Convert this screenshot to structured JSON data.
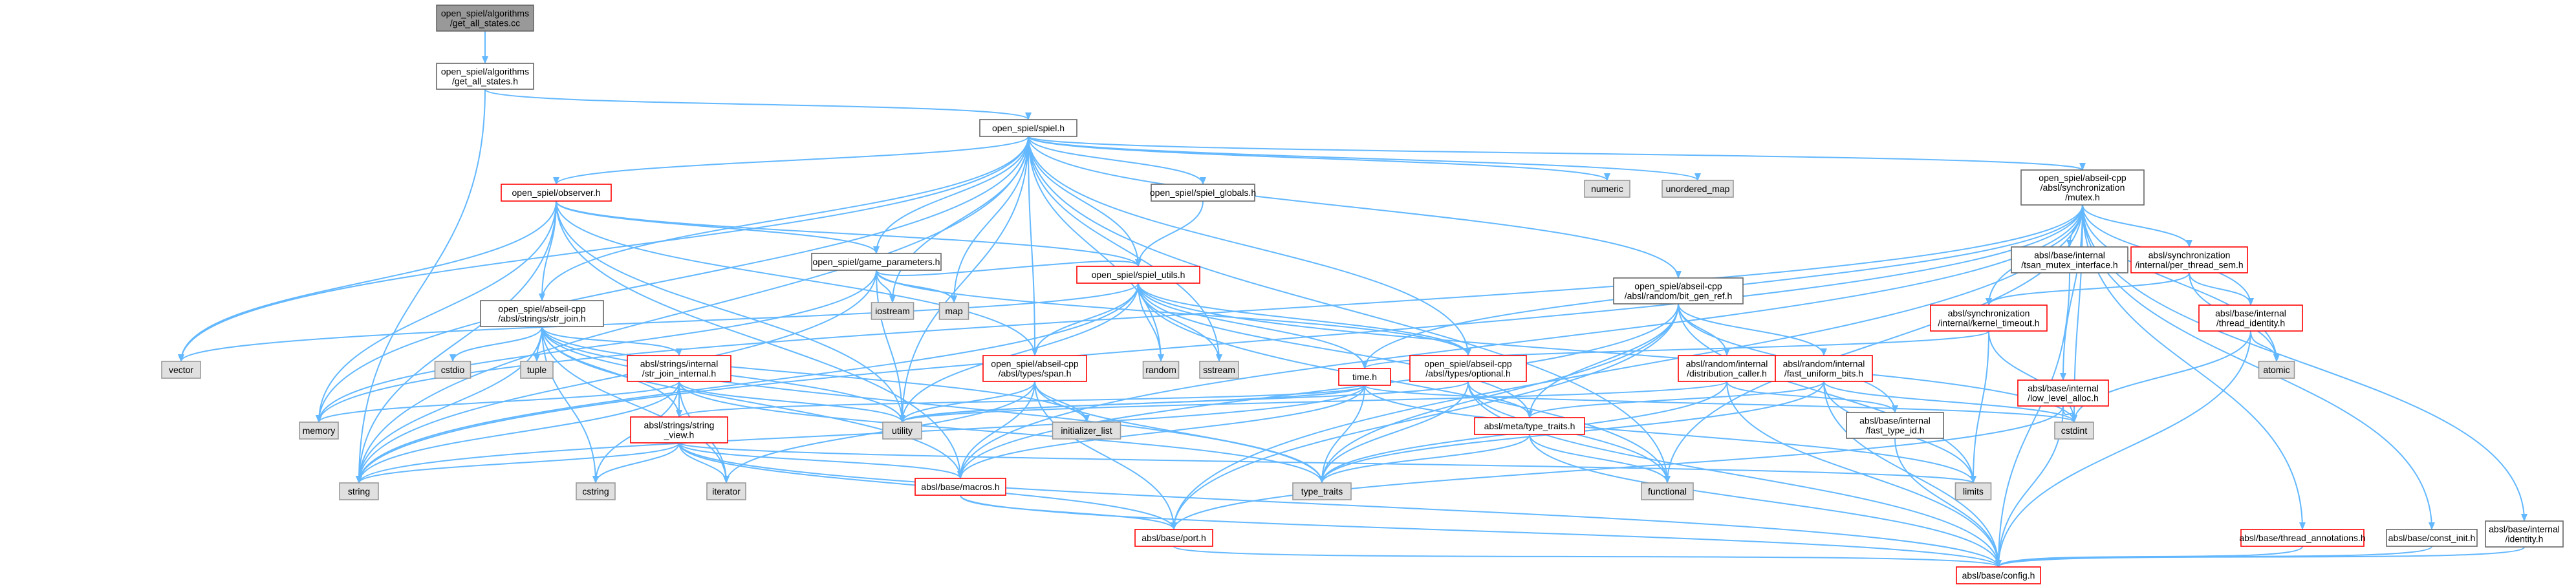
{
  "colors": {
    "edge": "#63b8ff",
    "root_fill": "#999999",
    "root_stroke": "#666666",
    "file_fill": "#ffffff",
    "file_stroke": "#666666",
    "truncated_stroke": "#ff0000",
    "system_fill": "#e0e0e0",
    "system_stroke": "#999999",
    "text": "#000000"
  },
  "nodes": [
    {
      "id": "root",
      "kind": "root",
      "lines": [
        "open_spiel/algorithms",
        "/get_all_states.cc"
      ]
    },
    {
      "id": "gas_h",
      "kind": "file",
      "lines": [
        "open_spiel/algorithms",
        "/get_all_states.h"
      ]
    },
    {
      "id": "spiel_h",
      "kind": "file",
      "lines": [
        "open_spiel/spiel.h"
      ]
    },
    {
      "id": "observer",
      "kind": "truncated",
      "lines": [
        "open_spiel/observer.h"
      ]
    },
    {
      "id": "spiel_globals",
      "kind": "file",
      "lines": [
        "open_spiel/spiel_globals.h"
      ]
    },
    {
      "id": "mutex",
      "kind": "file",
      "lines": [
        "open_spiel/abseil-cpp",
        "/absl/synchronization",
        "/mutex.h"
      ]
    },
    {
      "id": "game_params",
      "kind": "file",
      "lines": [
        "open_spiel/game_parameters.h"
      ]
    },
    {
      "id": "spiel_utils",
      "kind": "truncated",
      "lines": [
        "open_spiel/spiel_utils.h"
      ]
    },
    {
      "id": "str_join",
      "kind": "file",
      "lines": [
        "open_spiel/abseil-cpp",
        "/absl/strings/str_join.h"
      ]
    },
    {
      "id": "bit_gen_ref",
      "kind": "file",
      "lines": [
        "open_spiel/abseil-cpp",
        "/absl/random/bit_gen_ref.h"
      ]
    },
    {
      "id": "tsan_mutex",
      "kind": "file",
      "lines": [
        "absl/base/internal",
        "/tsan_mutex_interface.h"
      ]
    },
    {
      "id": "per_thread_sem",
      "kind": "truncated",
      "lines": [
        "absl/synchronization",
        "/internal/per_thread_sem.h"
      ]
    },
    {
      "id": "kernel_timeout",
      "kind": "truncated",
      "lines": [
        "absl/synchronization",
        "/internal/kernel_timeout.h"
      ]
    },
    {
      "id": "thread_identity",
      "kind": "truncated",
      "lines": [
        "absl/base/internal",
        "/thread_identity.h"
      ]
    },
    {
      "id": "low_level_alloc",
      "kind": "truncated",
      "lines": [
        "absl/base/internal",
        "/low_level_alloc.h"
      ]
    },
    {
      "id": "str_join_internal",
      "kind": "truncated",
      "lines": [
        "absl/strings/internal",
        "/str_join_internal.h"
      ]
    },
    {
      "id": "span",
      "kind": "truncated",
      "lines": [
        "open_spiel/abseil-cpp",
        "/absl/types/span.h"
      ]
    },
    {
      "id": "time_h",
      "kind": "truncated",
      "lines": [
        "time.h"
      ]
    },
    {
      "id": "optional",
      "kind": "truncated",
      "lines": [
        "open_spiel/abseil-cpp",
        "/absl/types/optional.h"
      ]
    },
    {
      "id": "dist_caller",
      "kind": "truncated",
      "lines": [
        "absl/random/internal",
        "/distribution_caller.h"
      ]
    },
    {
      "id": "fast_uniform",
      "kind": "truncated",
      "lines": [
        "absl/random/internal",
        "/fast_uniform_bits.h"
      ]
    },
    {
      "id": "string_view",
      "kind": "truncated",
      "lines": [
        "absl/strings/string",
        "_view.h"
      ]
    },
    {
      "id": "type_traits_meta",
      "kind": "truncated",
      "lines": [
        "absl/meta/type_traits.h"
      ]
    },
    {
      "id": "fast_type_id",
      "kind": "file",
      "lines": [
        "absl/base/internal",
        "/fast_type_id.h"
      ]
    },
    {
      "id": "macros",
      "kind": "truncated",
      "lines": [
        "absl/base/macros.h"
      ]
    },
    {
      "id": "port",
      "kind": "truncated",
      "lines": [
        "absl/base/port.h"
      ]
    },
    {
      "id": "thread_annotations",
      "kind": "truncated",
      "lines": [
        "absl/base/thread_annotations.h"
      ]
    },
    {
      "id": "const_init",
      "kind": "file",
      "lines": [
        "absl/base/const_init.h"
      ]
    },
    {
      "id": "identity",
      "kind": "file",
      "lines": [
        "absl/base/internal",
        "/identity.h"
      ]
    },
    {
      "id": "config",
      "kind": "truncated",
      "lines": [
        "absl/base/config.h"
      ]
    },
    {
      "id": "s_string",
      "kind": "system",
      "lines": [
        "string"
      ]
    },
    {
      "id": "s_numeric",
      "kind": "system",
      "lines": [
        "numeric"
      ]
    },
    {
      "id": "s_unordered_map",
      "kind": "system",
      "lines": [
        "unordered_map"
      ]
    },
    {
      "id": "s_vector",
      "kind": "system",
      "lines": [
        "vector"
      ]
    },
    {
      "id": "s_memory",
      "kind": "system",
      "lines": [
        "memory"
      ]
    },
    {
      "id": "s_iostream",
      "kind": "system",
      "lines": [
        "iostream"
      ]
    },
    {
      "id": "s_map",
      "kind": "system",
      "lines": [
        "map"
      ]
    },
    {
      "id": "s_cstdio",
      "kind": "system",
      "lines": [
        "cstdio"
      ]
    },
    {
      "id": "s_tuple",
      "kind": "system",
      "lines": [
        "tuple"
      ]
    },
    {
      "id": "s_random",
      "kind": "system",
      "lines": [
        "random"
      ]
    },
    {
      "id": "s_sstream",
      "kind": "system",
      "lines": [
        "sstream"
      ]
    },
    {
      "id": "s_atomic",
      "kind": "system",
      "lines": [
        "atomic"
      ]
    },
    {
      "id": "s_utility",
      "kind": "system",
      "lines": [
        "utility"
      ]
    },
    {
      "id": "s_initializer_list",
      "kind": "system",
      "lines": [
        "initializer_list"
      ]
    },
    {
      "id": "s_cstdint",
      "kind": "system",
      "lines": [
        "cstdint"
      ]
    },
    {
      "id": "s_cstring",
      "kind": "system",
      "lines": [
        "cstring"
      ]
    },
    {
      "id": "s_iterator",
      "kind": "system",
      "lines": [
        "iterator"
      ]
    },
    {
      "id": "s_type_traits",
      "kind": "system",
      "lines": [
        "type_traits"
      ]
    },
    {
      "id": "s_functional",
      "kind": "system",
      "lines": [
        "functional"
      ]
    },
    {
      "id": "s_limits",
      "kind": "system",
      "lines": [
        "limits"
      ]
    }
  ],
  "edges": [
    [
      "root",
      "gas_h"
    ],
    [
      "gas_h",
      "spiel_h"
    ],
    [
      "gas_h",
      "s_string"
    ],
    [
      "spiel_h",
      "observer"
    ],
    [
      "spiel_h",
      "spiel_globals"
    ],
    [
      "spiel_h",
      "mutex"
    ],
    [
      "spiel_h",
      "game_params"
    ],
    [
      "spiel_h",
      "spiel_utils"
    ],
    [
      "spiel_h",
      "str_join"
    ],
    [
      "spiel_h",
      "bit_gen_ref"
    ],
    [
      "spiel_h",
      "span"
    ],
    [
      "spiel_h",
      "optional"
    ],
    [
      "spiel_h",
      "s_numeric"
    ],
    [
      "spiel_h",
      "s_unordered_map"
    ],
    [
      "spiel_h",
      "s_vector"
    ],
    [
      "spiel_h",
      "s_memory"
    ],
    [
      "spiel_h",
      "s_iostream"
    ],
    [
      "spiel_h",
      "s_map"
    ],
    [
      "spiel_h",
      "s_random"
    ],
    [
      "spiel_h",
      "s_sstream"
    ],
    [
      "spiel_h",
      "s_string"
    ],
    [
      "spiel_h",
      "s_utility"
    ],
    [
      "spiel_h",
      "s_functional"
    ],
    [
      "observer",
      "game_params"
    ],
    [
      "observer",
      "spiel_utils"
    ],
    [
      "observer",
      "str_join"
    ],
    [
      "observer",
      "s_vector"
    ],
    [
      "observer",
      "s_memory"
    ],
    [
      "observer",
      "s_string"
    ],
    [
      "observer",
      "s_utility"
    ],
    [
      "observer",
      "span"
    ],
    [
      "observer",
      "macros"
    ],
    [
      "spiel_globals",
      "spiel_utils"
    ],
    [
      "game_params",
      "spiel_utils"
    ],
    [
      "game_params",
      "s_map"
    ],
    [
      "game_params",
      "s_string"
    ],
    [
      "game_params",
      "s_utility"
    ],
    [
      "game_params",
      "s_memory"
    ],
    [
      "game_params",
      "optional"
    ],
    [
      "game_params",
      "s_iostream"
    ],
    [
      "spiel_utils",
      "s_vector"
    ],
    [
      "spiel_utils",
      "s_random"
    ],
    [
      "spiel_utils",
      "s_sstream"
    ],
    [
      "spiel_utils",
      "time_h"
    ],
    [
      "spiel_utils",
      "span"
    ],
    [
      "spiel_utils",
      "optional"
    ],
    [
      "spiel_utils",
      "s_string"
    ],
    [
      "spiel_utils",
      "s_utility"
    ],
    [
      "spiel_utils",
      "s_cstdint"
    ],
    [
      "spiel_utils",
      "s_functional"
    ],
    [
      "spiel_utils",
      "type_traits_meta"
    ],
    [
      "str_join",
      "str_join_internal"
    ],
    [
      "str_join",
      "string_view"
    ],
    [
      "str_join",
      "s_cstdio"
    ],
    [
      "str_join",
      "s_tuple"
    ],
    [
      "str_join",
      "s_string"
    ],
    [
      "str_join",
      "s_iterator"
    ],
    [
      "str_join",
      "s_cstring"
    ],
    [
      "str_join",
      "s_utility"
    ],
    [
      "str_join",
      "s_initializer_list"
    ],
    [
      "str_join",
      "s_type_traits"
    ],
    [
      "str_join",
      "macros"
    ],
    [
      "str_join_internal",
      "string_view"
    ],
    [
      "str_join_internal",
      "s_memory"
    ],
    [
      "str_join_internal",
      "s_utility"
    ],
    [
      "str_join_internal",
      "s_string"
    ],
    [
      "str_join_internal",
      "s_iterator"
    ],
    [
      "str_join_internal",
      "s_cstring"
    ],
    [
      "str_join_internal",
      "s_type_traits"
    ],
    [
      "string_view",
      "s_string"
    ],
    [
      "string_view",
      "s_cstring"
    ],
    [
      "string_view",
      "s_iterator"
    ],
    [
      "string_view",
      "s_limits"
    ],
    [
      "string_view",
      "macros"
    ],
    [
      "string_view",
      "port"
    ],
    [
      "string_view",
      "config"
    ],
    [
      "span",
      "s_utility"
    ],
    [
      "span",
      "s_initializer_list"
    ],
    [
      "span",
      "s_iterator"
    ],
    [
      "span",
      "s_type_traits"
    ],
    [
      "span",
      "macros"
    ],
    [
      "span",
      "port"
    ],
    [
      "optional",
      "s_utility"
    ],
    [
      "optional",
      "s_type_traits"
    ],
    [
      "optional",
      "s_functional"
    ],
    [
      "optional",
      "type_traits_meta"
    ],
    [
      "optional",
      "config"
    ],
    [
      "time_h",
      "string_view"
    ],
    [
      "time_h",
      "s_string"
    ],
    [
      "time_h",
      "s_utility"
    ],
    [
      "time_h",
      "s_type_traits"
    ],
    [
      "time_h",
      "s_cstdint"
    ],
    [
      "time_h",
      "s_limits"
    ],
    [
      "time_h",
      "macros"
    ],
    [
      "bit_gen_ref",
      "dist_caller"
    ],
    [
      "bit_gen_ref",
      "fast_uniform"
    ],
    [
      "bit_gen_ref",
      "fast_type_id"
    ],
    [
      "bit_gen_ref",
      "type_traits_meta"
    ],
    [
      "bit_gen_ref",
      "s_type_traits"
    ],
    [
      "bit_gen_ref",
      "s_limits"
    ],
    [
      "bit_gen_ref",
      "macros"
    ],
    [
      "bit_gen_ref",
      "port"
    ],
    [
      "dist_caller",
      "s_utility"
    ],
    [
      "dist_caller",
      "s_type_traits"
    ],
    [
      "dist_caller",
      "config"
    ],
    [
      "dist_caller",
      "fast_type_id"
    ],
    [
      "fast_uniform",
      "s_cstdint"
    ],
    [
      "fast_uniform",
      "s_limits"
    ],
    [
      "fast_uniform",
      "s_type_traits"
    ],
    [
      "fast_uniform",
      "type_traits_meta"
    ],
    [
      "fast_uniform",
      "config"
    ],
    [
      "type_traits_meta",
      "s_type_traits"
    ],
    [
      "type_traits_meta",
      "s_functional"
    ],
    [
      "type_traits_meta",
      "config"
    ],
    [
      "fast_type_id",
      "config"
    ],
    [
      "macros",
      "port"
    ],
    [
      "macros",
      "config"
    ],
    [
      "port",
      "config"
    ],
    [
      "mutex",
      "tsan_mutex"
    ],
    [
      "mutex",
      "per_thread_sem"
    ],
    [
      "mutex",
      "kernel_timeout"
    ],
    [
      "mutex",
      "thread_identity"
    ],
    [
      "mutex",
      "low_level_alloc"
    ],
    [
      "mutex",
      "thread_annotations"
    ],
    [
      "mutex",
      "const_init"
    ],
    [
      "mutex",
      "identity"
    ],
    [
      "mutex",
      "s_atomic"
    ],
    [
      "mutex",
      "s_cstdint"
    ],
    [
      "mutex",
      "time_h"
    ],
    [
      "mutex",
      "s_string"
    ],
    [
      "mutex",
      "s_memory"
    ],
    [
      "mutex",
      "s_functional"
    ],
    [
      "mutex",
      "port"
    ],
    [
      "mutex",
      "macros"
    ],
    [
      "tsan_mutex",
      "config"
    ],
    [
      "per_thread_sem",
      "kernel_timeout"
    ],
    [
      "per_thread_sem",
      "thread_identity"
    ],
    [
      "per_thread_sem",
      "s_atomic"
    ],
    [
      "kernel_timeout",
      "time_h"
    ],
    [
      "kernel_timeout",
      "s_cstdint"
    ],
    [
      "kernel_timeout",
      "s_limits"
    ],
    [
      "thread_identity",
      "s_atomic"
    ],
    [
      "thread_identity",
      "s_cstdint"
    ],
    [
      "thread_identity",
      "config"
    ],
    [
      "low_level_alloc",
      "s_cstdint"
    ],
    [
      "low_level_alloc",
      "config"
    ],
    [
      "low_level_alloc",
      "port"
    ],
    [
      "thread_annotations",
      "config"
    ],
    [
      "const_init",
      "config"
    ],
    [
      "identity",
      "config"
    ]
  ]
}
